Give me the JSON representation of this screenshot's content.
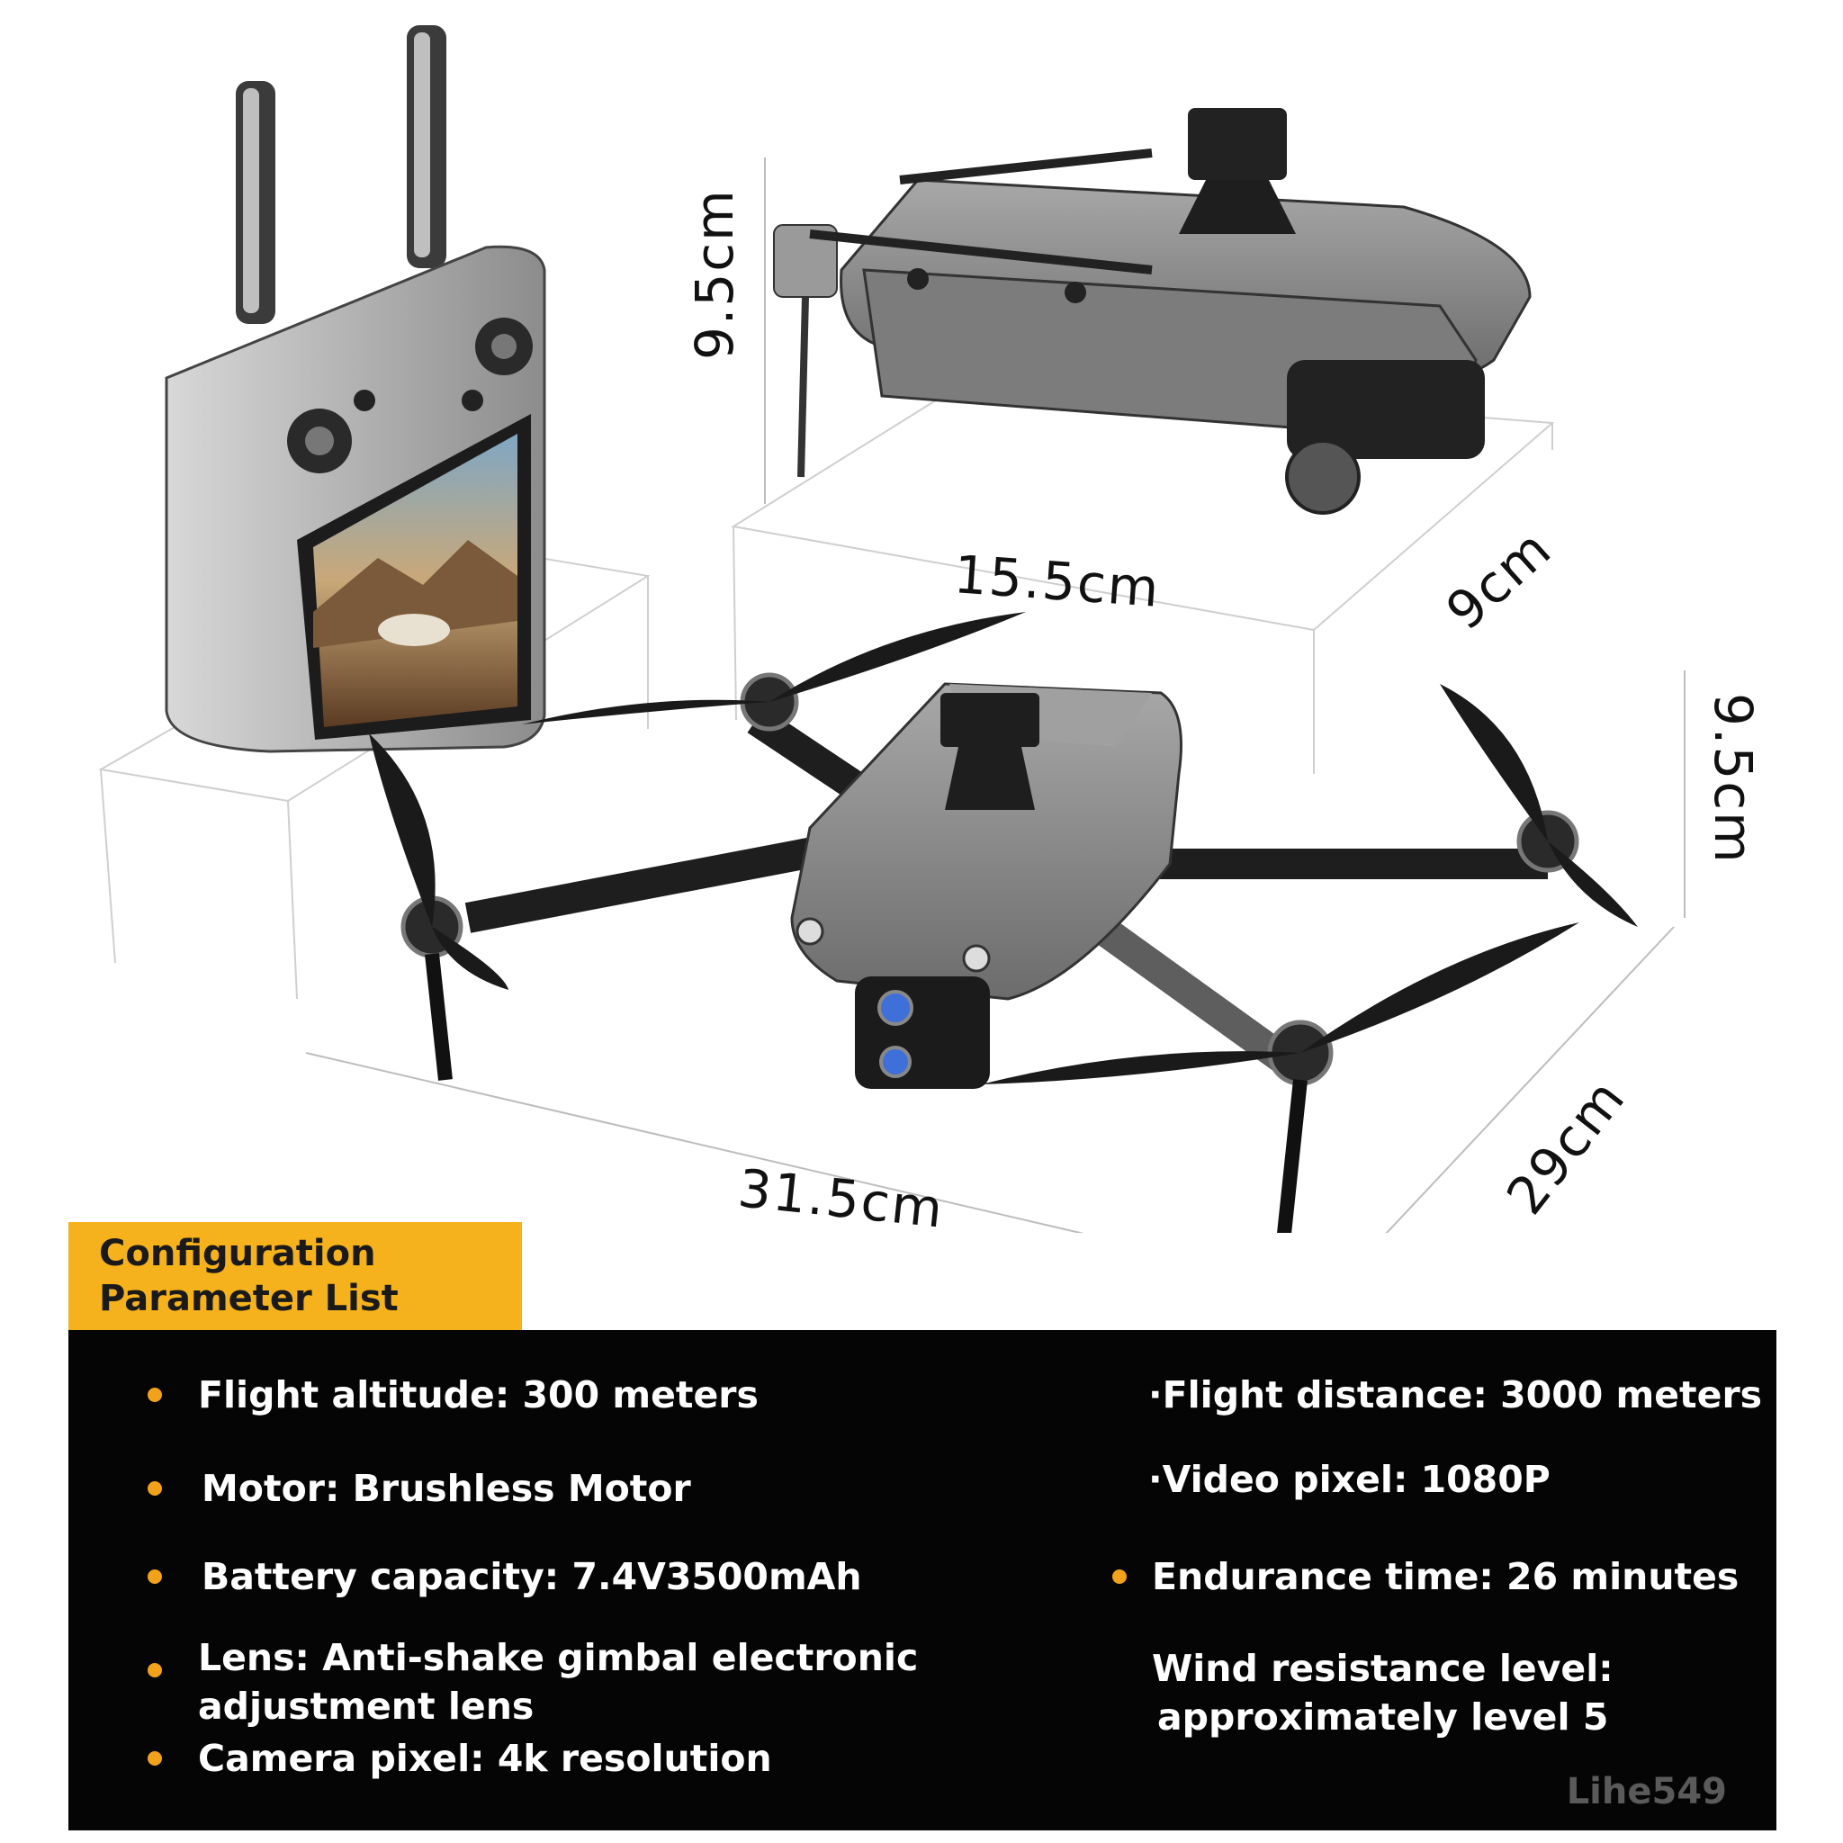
{
  "dimensions": {
    "folded_height": "9.5cm",
    "folded_length": "15.5cm",
    "folded_width": "9cm",
    "open_height": "9.5cm",
    "open_length": "31.5cm",
    "open_width": "29cm"
  },
  "config_title": {
    "line1": "Configuration",
    "line2": "Parameter List"
  },
  "specs_left": [
    "Flight altitude: 300 meters",
    "Motor: Brushless Motor",
    "Battery capacity: 7.4V3500mAh",
    "Lens: Anti-shake gimbal electronic",
    "adjustment lens",
    "Camera pixel: 4k resolution"
  ],
  "specs_right": [
    "·Flight distance: 3000 meters",
    "·Video pixel: 1080P",
    "Endurance time: 26 minutes",
    "Wind resistance level:",
    "approximately level 5"
  ],
  "watermark": "Lihe549",
  "colors": {
    "accent": "#f6b21c",
    "bullet": "#f2a21a",
    "panel": "#050505",
    "drone_body": "#8a8a8a"
  }
}
